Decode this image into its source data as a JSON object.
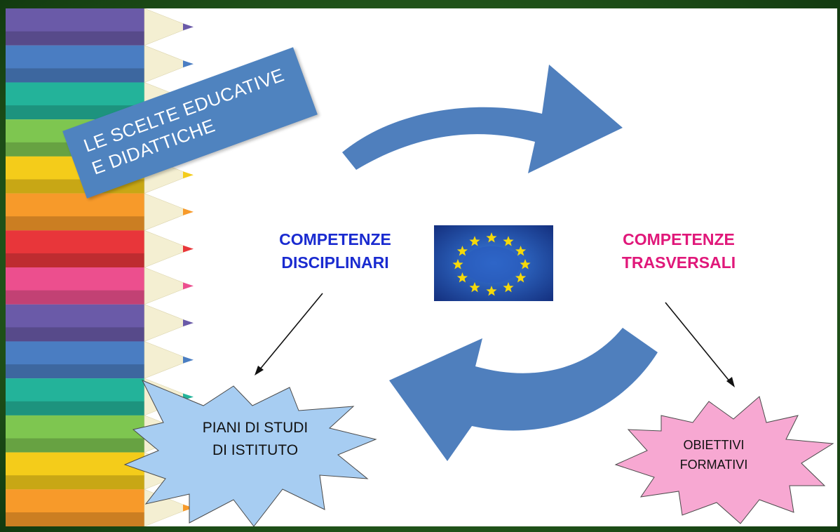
{
  "title_banner": {
    "line1": "LE SCELTE EDUCATIVE",
    "line2": "E DIDATTICHE"
  },
  "left_concept": {
    "line1": "COMPETENZE",
    "line2": "DISCIPLINARI"
  },
  "right_concept": {
    "line1": "COMPETENZE",
    "line2": "TRASVERSALI"
  },
  "left_star": {
    "line1": "PIANI DI STUDI",
    "line2": "DI ISTITUTO"
  },
  "right_star": {
    "line1": "OBIETTIVI",
    "line2": "FORMATIVI"
  },
  "colors": {
    "banner": "#4f83bf",
    "cycle_arrows": "#4f7fbd",
    "disciplinari_text": "#1a2bd0",
    "trasversali_text": "#e0187a",
    "left_star_fill": "#a7cdf2",
    "right_star_fill": "#f7a8d2",
    "flag_blue": "#1a3aa8",
    "flag_star": "#f5d90a"
  },
  "pencil_colors": [
    "#6a5aa8",
    "#4a7dc2",
    "#23b39a",
    "#7ec650",
    "#f4cc1a",
    "#f79a2a",
    "#e8363a",
    "#ec4f8e",
    "#6a5aa8",
    "#4a7dc2",
    "#23b39a",
    "#7ec650",
    "#f4cc1a",
    "#f79a2a"
  ],
  "icons": [
    "eu-flag-icon",
    "curved-arrow-icon",
    "pencil-icon",
    "starburst-icon"
  ]
}
